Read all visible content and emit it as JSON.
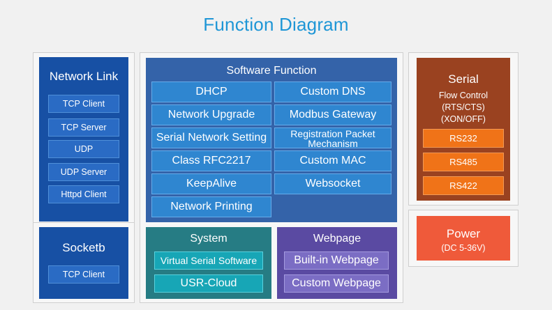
{
  "title": "Function Diagram",
  "network_link": {
    "title": "Network Link",
    "items": [
      "TCP Client",
      "TCP Server",
      "UDP",
      "UDP Server",
      "Httpd Client"
    ]
  },
  "socketb": {
    "title": "Socketb",
    "items": [
      "TCP Client"
    ]
  },
  "software_function": {
    "title": "Software Function",
    "left": [
      "DHCP",
      "Network Upgrade",
      "Serial Network Setting",
      "Class RFC2217",
      "KeepAlive",
      "Network Printing"
    ],
    "right": [
      "Custom DNS",
      "Modbus Gateway",
      "Registration Packet",
      "Mechanism",
      "Custom MAC",
      "Websocket"
    ]
  },
  "system": {
    "title": "System",
    "items": [
      "Virtual Serial Software",
      "USR-Cloud"
    ]
  },
  "webpage": {
    "title": "Webpage",
    "items": [
      "Built-in Webpage",
      "Custom Webpage"
    ]
  },
  "serial": {
    "title": "Serial",
    "flow_lines": [
      "Flow Control",
      "(RTS/CTS)",
      "(XON/OFF)"
    ],
    "items": [
      "RS232",
      "RS485",
      "RS422"
    ]
  },
  "power": {
    "title": "Power",
    "subtitle": "(DC 5-36V)"
  }
}
